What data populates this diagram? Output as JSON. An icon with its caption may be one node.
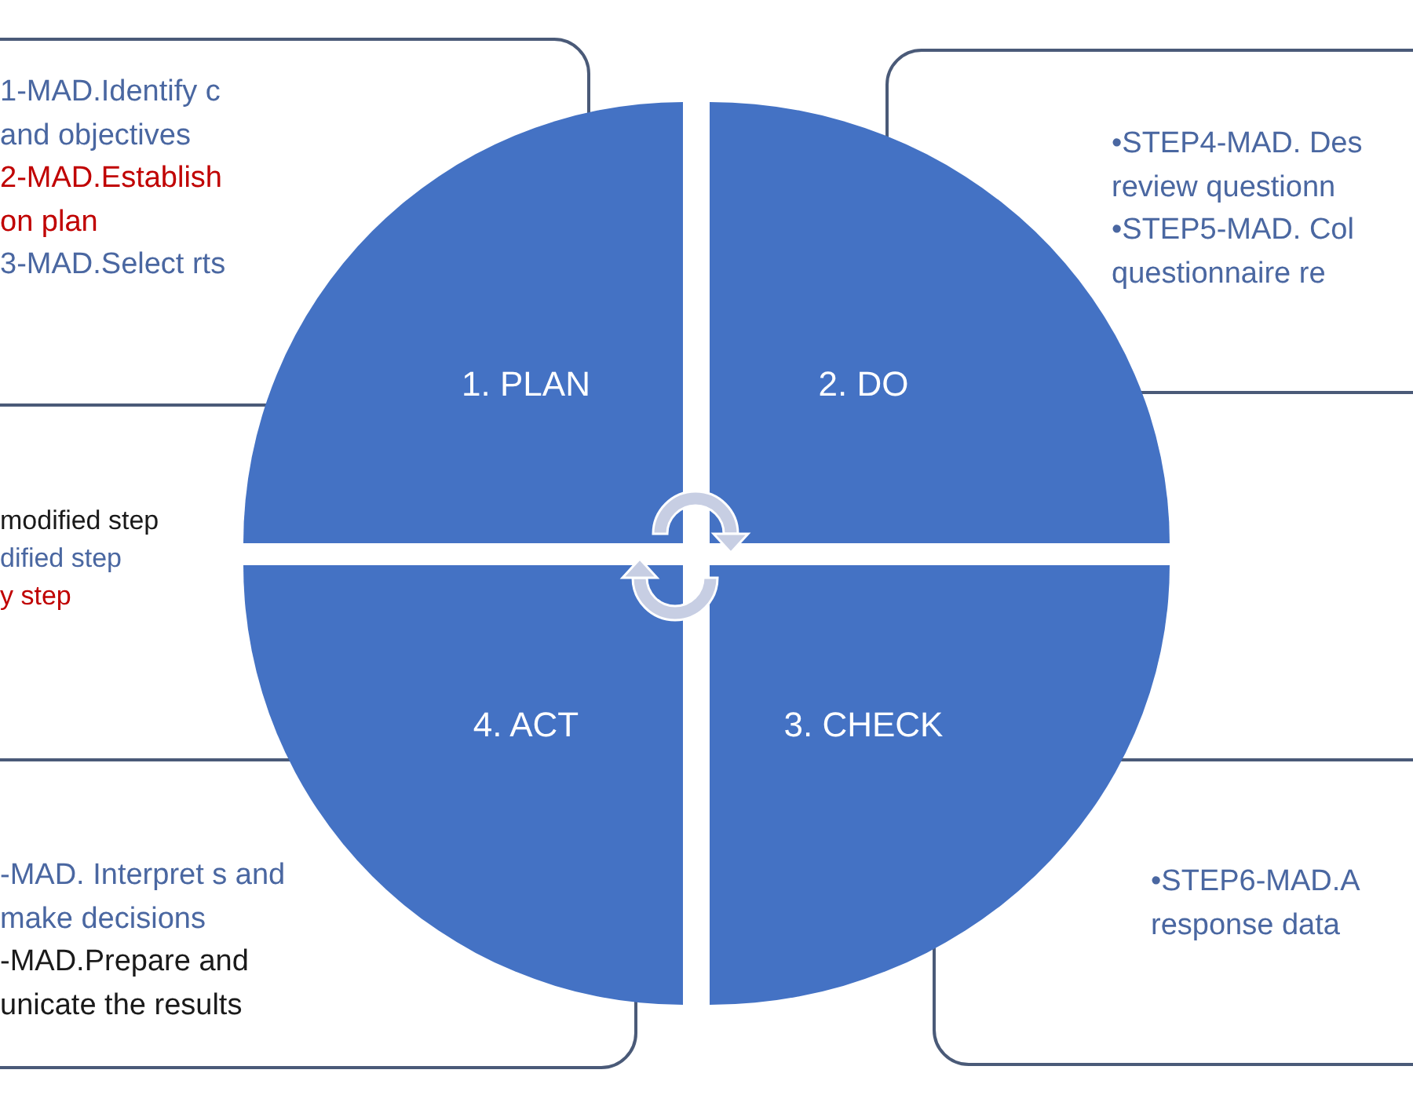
{
  "diagram": {
    "nodes": [
      {
        "text": [
          "1-MAD.Identify c and objectives",
          "2-MAD.Establish on plan",
          "3-MAD.Select rts"
        ]
      },
      {
        "text": [
          "•STEP4-MAD. Des review questionn",
          "•STEP5-MAD. Col questionnaire re"
        ]
      },
      {
        "text": [
          "1. PLAN"
        ]
      },
      {
        "text": [
          "2. DO"
        ]
      },
      {
        "text": [
          "4. ACT"
        ]
      },
      {
        "text": [
          "3. CHECK"
        ]
      },
      {
        "text": [
          "-MAD. Interpret s and make decisions",
          "-MAD.Prepare and unicate the results"
        ]
      },
      {
        "text": [
          "•STEP6-MAD.A response data"
        ]
      }
    ],
    "edges": [],
    "legend": [
      {
        "text": "modified step",
        "color": "#1a1a1a"
      },
      {
        "text": "dified step",
        "color": "#4a67a1"
      },
      {
        "text": "y step",
        "color": "#c00000"
      }
    ]
  }
}
